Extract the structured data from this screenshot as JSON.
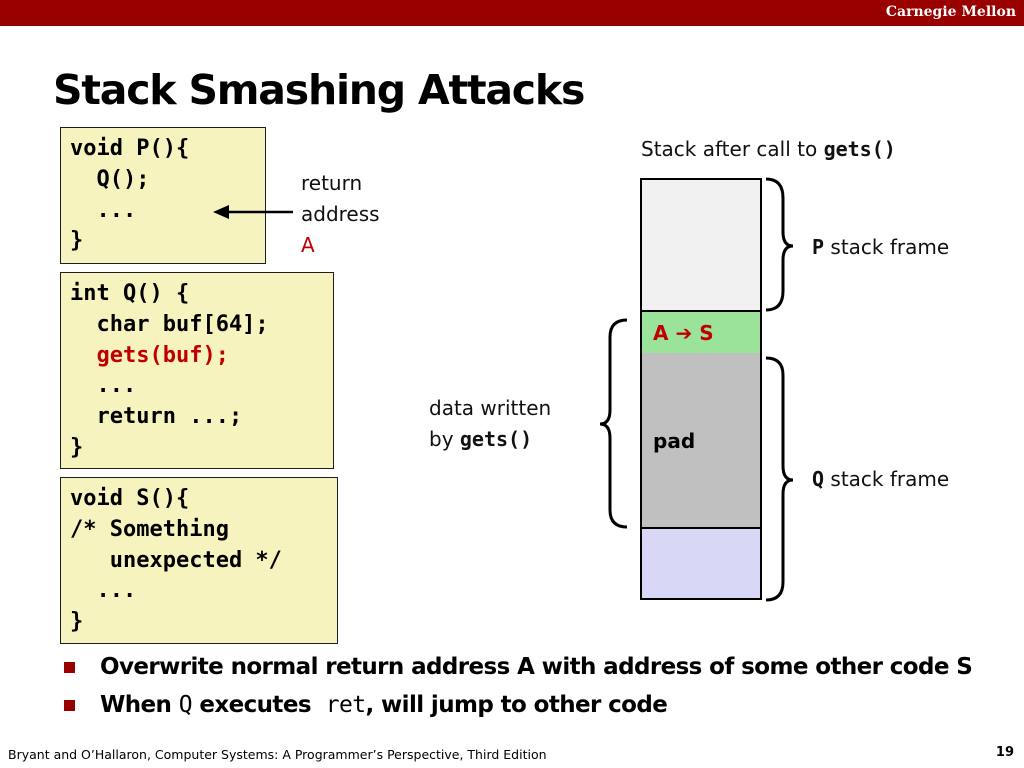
{
  "header": {
    "institution": "Carnegie Mellon"
  },
  "slide": {
    "title": "Stack Smashing Attacks",
    "code_p": [
      "void P(){",
      "  Q();",
      "  ...",
      "}"
    ],
    "code_q": {
      "lines": [
        {
          "text": "int Q() {",
          "highlight": false
        },
        {
          "text": "  char buf[64];",
          "highlight": false
        },
        {
          "text": "  gets(buf);",
          "highlight": true
        },
        {
          "text": "  ...",
          "highlight": false
        },
        {
          "text": "  return ...;",
          "highlight": false
        },
        {
          "text": "}",
          "highlight": false
        }
      ]
    },
    "code_s": [
      "void S(){",
      "/* Something",
      "   unexpected */",
      "  ...",
      "}"
    ],
    "return_label": {
      "line1": "return",
      "line2": "address",
      "line3": "A"
    },
    "stack_caption": {
      "prefix": "Stack after call to ",
      "code": "gets()"
    },
    "p_frame_label": {
      "code": "P",
      "text": " stack frame"
    },
    "q_frame_label": {
      "code": "Q",
      "text": " stack frame"
    },
    "data_written": {
      "line1": "data written",
      "line2_prefix": "by ",
      "line2_code": "gets()"
    },
    "stack_blocks": {
      "ret": {
        "a": "A",
        "arrow": "➔",
        "s": "S"
      },
      "pad": "pad"
    },
    "bullets": [
      {
        "text": "Overwrite normal return address A with address of some other code S"
      },
      {
        "part1": "When ",
        "code1": "Q",
        "part2": " executes  ",
        "code2": "ret",
        "part3": ", will jump to other code"
      }
    ],
    "colors": {
      "banner": "#990000",
      "code_bg": "#f7f3bf",
      "highlight": "#c00000",
      "p_frame": "#f1f1f1",
      "ret_addr": "#9be39b",
      "pad": "#c0c0c0",
      "q_lower": "#d8d8f6"
    }
  },
  "footer": {
    "citation": "Bryant and O’Hallaron, Computer Systems: A Programmer’s Perspective, Third Edition",
    "page": "19"
  }
}
